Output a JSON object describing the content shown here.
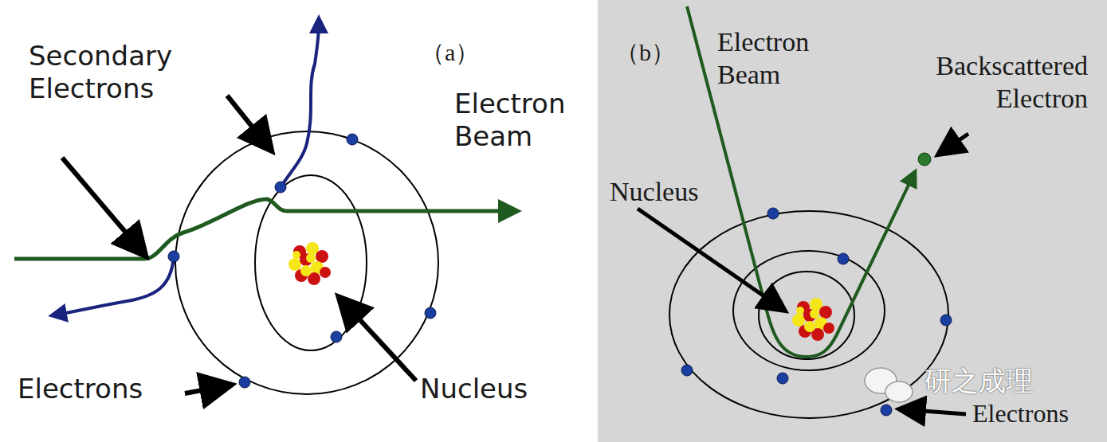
{
  "diagram": {
    "labels": [
      "（a）",
      "Secondary Electrons",
      "Electron Beam",
      "Electrons",
      "Nucleus",
      "（b）",
      "Electron Beam",
      "Backscattered Electron",
      "Nucleus",
      "Electrons",
      "研之成理"
    ]
  }
}
